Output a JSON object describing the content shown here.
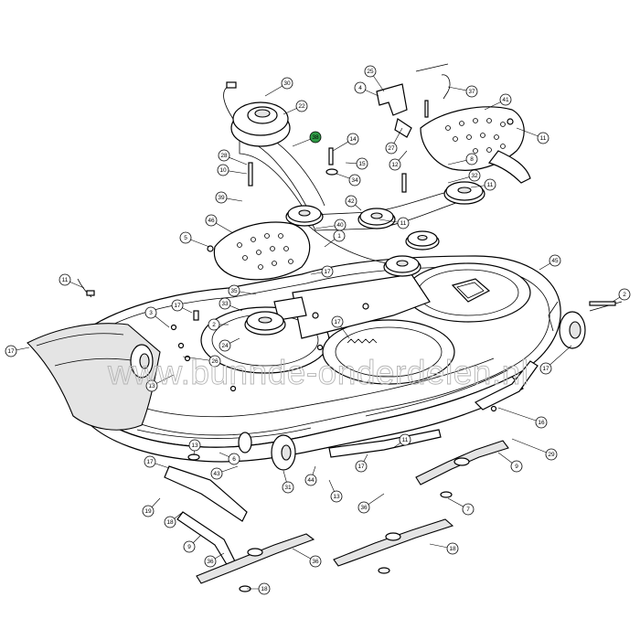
{
  "watermark": "www.bunnde-onderdelen.nl",
  "highlight_color": "#2e9a45",
  "callouts": [
    {
      "label": "30"
    },
    {
      "label": "22"
    },
    {
      "label": "38",
      "highlight": true
    },
    {
      "label": "25"
    },
    {
      "label": "4"
    },
    {
      "label": "37"
    },
    {
      "label": "41"
    },
    {
      "label": "11"
    },
    {
      "label": "28"
    },
    {
      "label": "14"
    },
    {
      "label": "27"
    },
    {
      "label": "12"
    },
    {
      "label": "10"
    },
    {
      "label": "15"
    },
    {
      "label": "34"
    },
    {
      "label": "8"
    },
    {
      "label": "32"
    },
    {
      "label": "11"
    },
    {
      "label": "39"
    },
    {
      "label": "42"
    },
    {
      "label": "46"
    },
    {
      "label": "40"
    },
    {
      "label": "11"
    },
    {
      "label": "5"
    },
    {
      "label": "1"
    },
    {
      "label": "45"
    },
    {
      "label": "11"
    },
    {
      "label": "17"
    },
    {
      "label": "35"
    },
    {
      "label": "2"
    },
    {
      "label": "33"
    },
    {
      "label": "17"
    },
    {
      "label": "2"
    },
    {
      "label": "24"
    },
    {
      "label": "17"
    },
    {
      "label": "3"
    },
    {
      "label": "17"
    },
    {
      "label": "26"
    },
    {
      "label": "17"
    },
    {
      "label": "13"
    },
    {
      "label": "16"
    },
    {
      "label": "13"
    },
    {
      "label": "29"
    },
    {
      "label": "17"
    },
    {
      "label": "6"
    },
    {
      "label": "43"
    },
    {
      "label": "31"
    },
    {
      "label": "44"
    },
    {
      "label": "17"
    },
    {
      "label": "13"
    },
    {
      "label": "11"
    },
    {
      "label": "36"
    },
    {
      "label": "9"
    },
    {
      "label": "19"
    },
    {
      "label": "18"
    },
    {
      "label": "7"
    },
    {
      "label": "9"
    },
    {
      "label": "36"
    },
    {
      "label": "36"
    },
    {
      "label": "18"
    },
    {
      "label": "18"
    }
  ]
}
